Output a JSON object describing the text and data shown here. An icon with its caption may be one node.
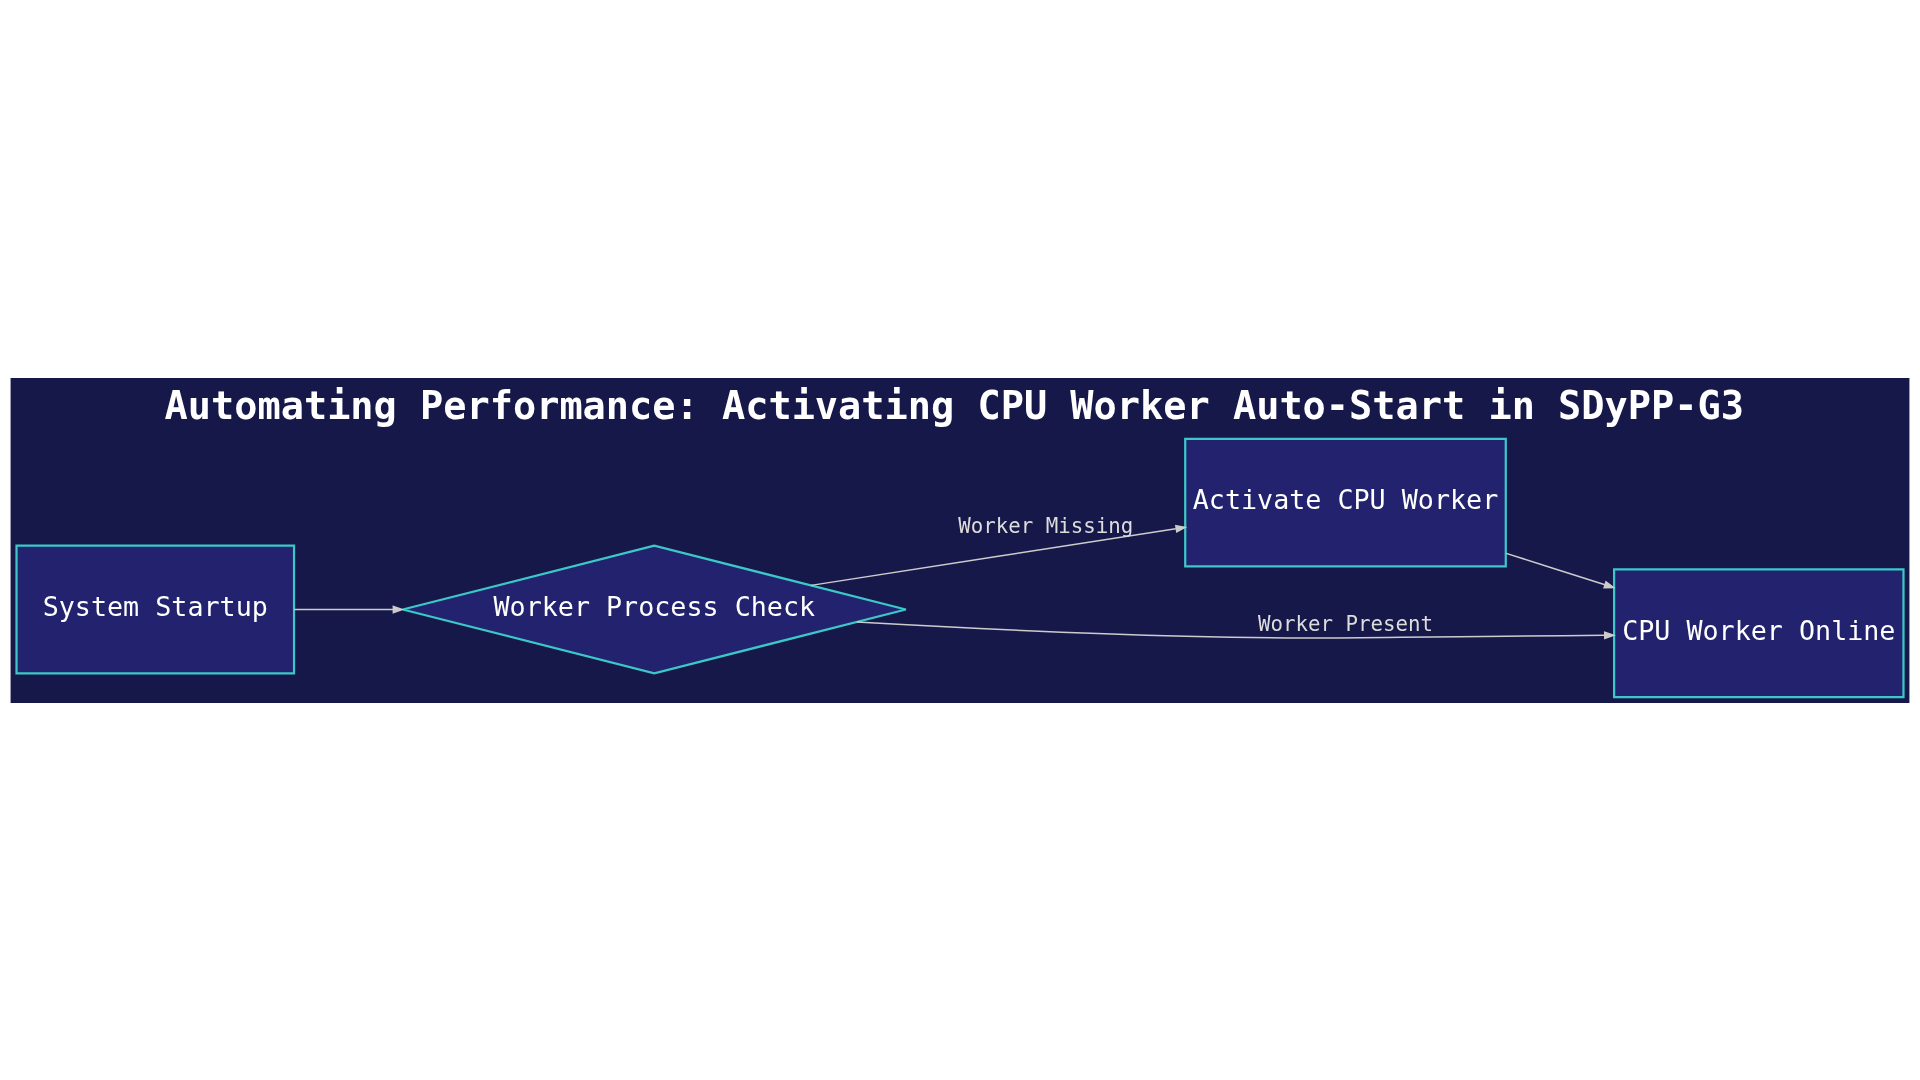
{
  "diagram": {
    "title": "Automating Performance: Activating CPU Worker Auto-Start in SDyPP-G3",
    "nodes": [
      {
        "text": [
          "System Startup"
        ]
      },
      {
        "text": [
          "Worker Process Check"
        ]
      },
      {
        "text": [
          "Activate CPU Worker"
        ]
      },
      {
        "text": [
          "CPU Worker Online"
        ]
      }
    ],
    "edges": [
      {
        "from": 0,
        "to": 1,
        "arrow": "to"
      },
      {
        "from": 1,
        "to": 2,
        "arrow": "to",
        "label": "Worker Missing"
      },
      {
        "from": 2,
        "to": 3,
        "arrow": "to"
      },
      {
        "from": 1,
        "to": 3,
        "arrow": "to",
        "label": "Worker Present"
      }
    ]
  }
}
